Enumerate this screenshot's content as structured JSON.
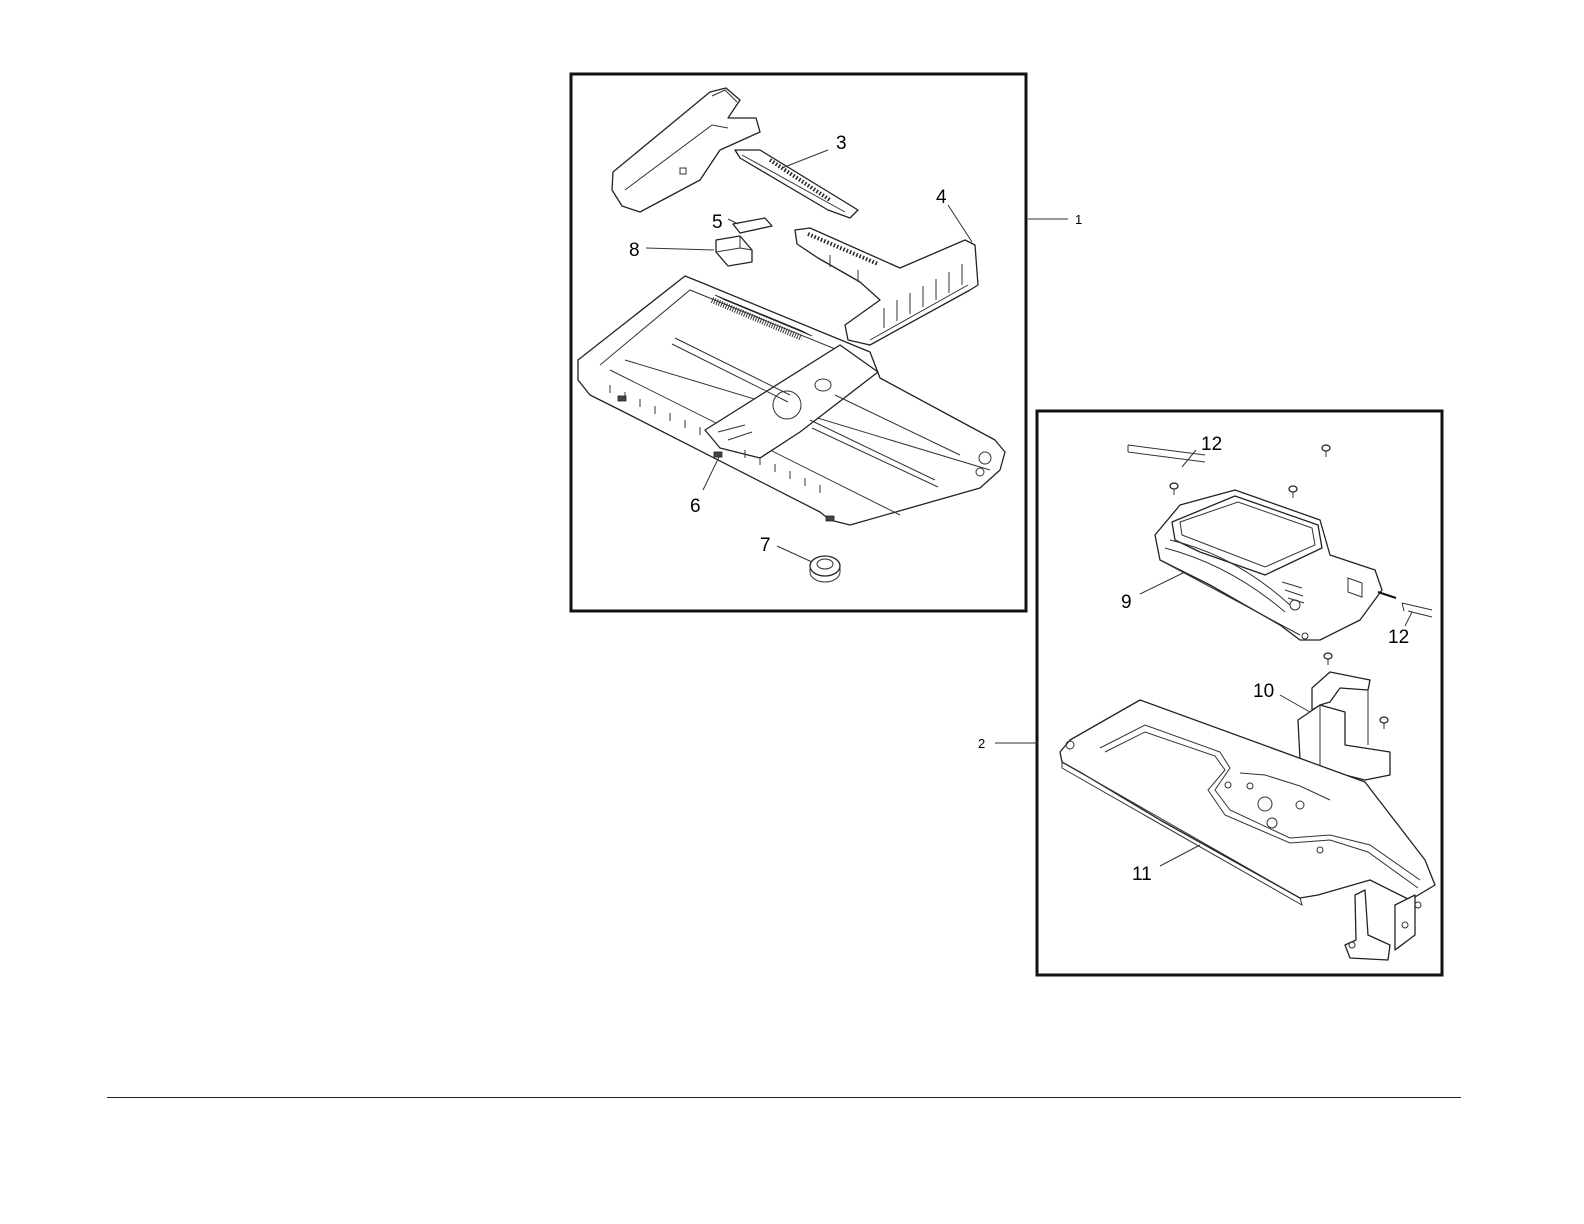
{
  "diagram": {
    "assembly_labels": {
      "tray_assembly": "1",
      "base_assembly": "2"
    },
    "parts": {
      "p3": "3",
      "p4": "4",
      "p5": "5",
      "p6": "6",
      "p7": "7",
      "p8": "8",
      "p9": "9",
      "p10": "10",
      "p11": "11",
      "p12a": "12",
      "p12b": "12"
    }
  }
}
